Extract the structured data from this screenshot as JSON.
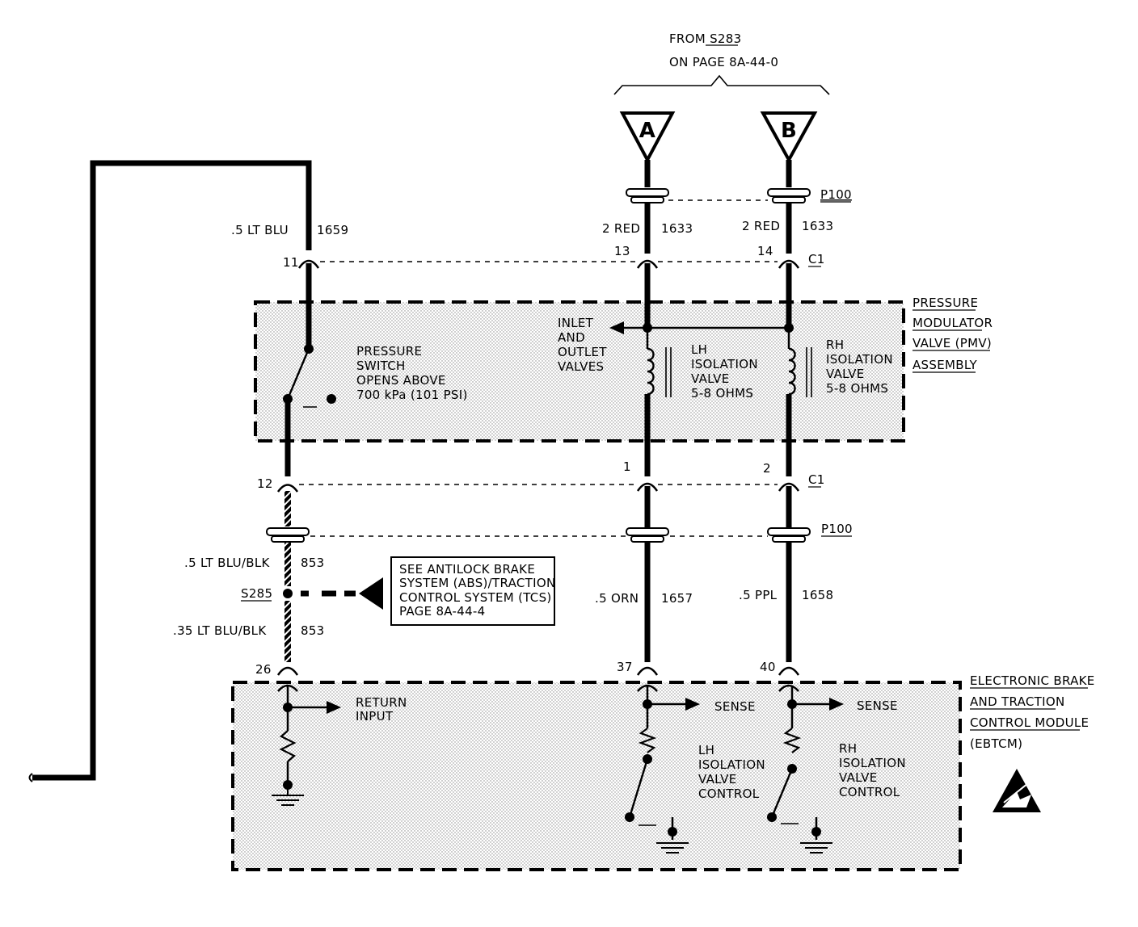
{
  "header": {
    "from_line1": "FROM S283",
    "from_line2": "ON PAGE 8A-44-0"
  },
  "connectors": {
    "a_label": "A",
    "b_label": "B",
    "p100_top": "P100",
    "p100_bottom": "P100",
    "c1_top": "C1",
    "c1_bottom": "C1"
  },
  "wires": {
    "left_top_gauge": ".5 LT BLU",
    "left_top_circuit": "1659",
    "a_gauge": "2 RED",
    "a_circuit": "1633",
    "b_gauge": "2 RED",
    "b_circuit": "1633",
    "left_mid_gauge": ".5 LT BLU/BLK",
    "left_mid_circuit": "853",
    "left_low_gauge": ".35 LT BLU/BLK",
    "left_low_circuit": "853",
    "orn_gauge": ".5 ORN",
    "orn_circuit": "1657",
    "ppl_gauge": ".5 PPL",
    "ppl_circuit": "1658"
  },
  "pins": {
    "p11": "11",
    "p13": "13",
    "p14": "14",
    "p12": "12",
    "p1": "1",
    "p2": "2",
    "p26": "26",
    "p37": "37",
    "p40": "40"
  },
  "splice": "S285",
  "pmv": {
    "title": [
      "PRESSURE",
      "MODULATOR",
      "VALVE (PMV)",
      "ASSEMBLY"
    ],
    "pressure_switch": [
      "PRESSURE",
      "SWITCH",
      "OPENS ABOVE",
      "700 kPa (101 PSI)"
    ],
    "inlet": [
      "INLET",
      "AND",
      "OUTLET",
      "VALVES"
    ],
    "lh_valve": [
      "LH",
      "ISOLATION",
      "VALVE",
      "5-8 OHMS"
    ],
    "rh_valve": [
      "RH",
      "ISOLATION",
      "VALVE",
      "5-8 OHMS"
    ]
  },
  "reference_box": [
    "SEE ANTILOCK BRAKE",
    "SYSTEM (ABS)/TRACTION",
    "CONTROL SYSTEM (TCS)",
    "PAGE 8A-44-4"
  ],
  "ebtcm": {
    "title": [
      "ELECTRONIC BRAKE",
      "AND TRACTION",
      "CONTROL MODULE",
      "(EBTCM)"
    ],
    "return_input": [
      "RETURN",
      "INPUT"
    ],
    "sense_left": "SENSE",
    "sense_right": "SENSE",
    "lh_control": [
      "LH",
      "ISOLATION",
      "VALVE",
      "CONTROL"
    ],
    "rh_control": [
      "RH",
      "ISOLATION",
      "VALVE",
      "CONTROL"
    ]
  },
  "icons": {
    "esd": "esd-warning-icon"
  }
}
